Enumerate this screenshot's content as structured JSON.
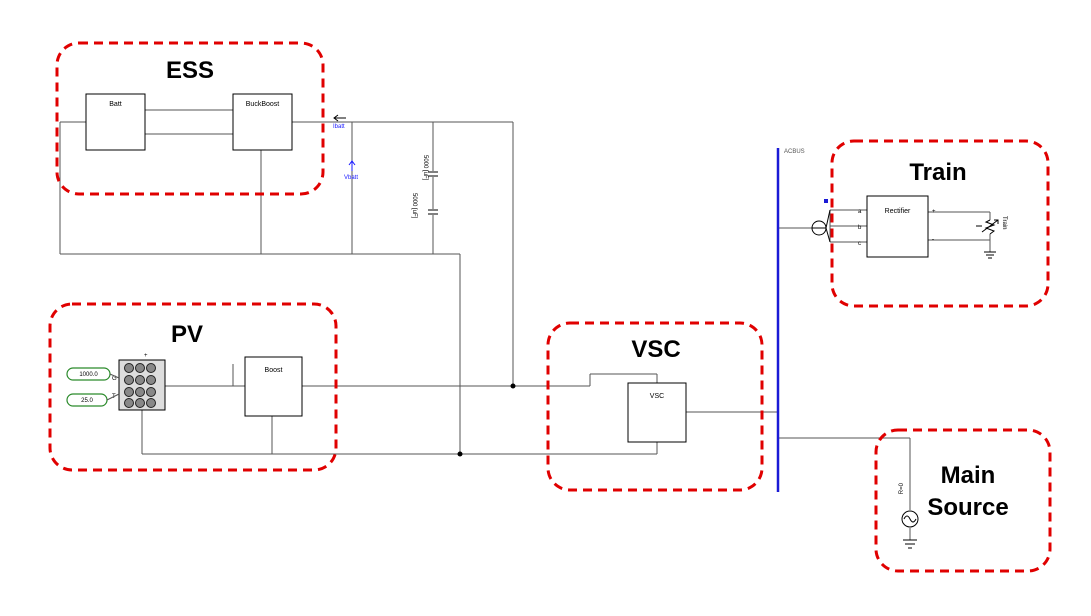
{
  "regions": {
    "ess": "ESS",
    "pv": "PV",
    "vsc": "VSC",
    "train": "Train",
    "main_source_line1": "Main",
    "main_source_line2": "Source"
  },
  "blocks": {
    "batt": "Batt",
    "buckboost": "BuckBoost",
    "boost": "Boost",
    "vsc": "VSC",
    "rectifier": "Rectifier"
  },
  "labels": {
    "ibatt": "Ibatt",
    "vbatt": "Vbatt",
    "cap1": "5000 [uF]",
    "cap2": "5000 [uF]",
    "irradiance": "1000.0",
    "temperature": "25.0",
    "acbus": "ACBUS",
    "train_load": "Train",
    "r0": "R=0",
    "rect_a": "a",
    "rect_b": "b",
    "rect_c": "c",
    "rect_pos": "+",
    "rect_neg": "-",
    "pv_g": "G",
    "pv_t": "T",
    "pv_plus": "+"
  },
  "colors": {
    "dashed_border": "#e00000",
    "ac_bus": "#1a1ad6",
    "wire": "#555555",
    "measurement": "#1a1aff"
  }
}
